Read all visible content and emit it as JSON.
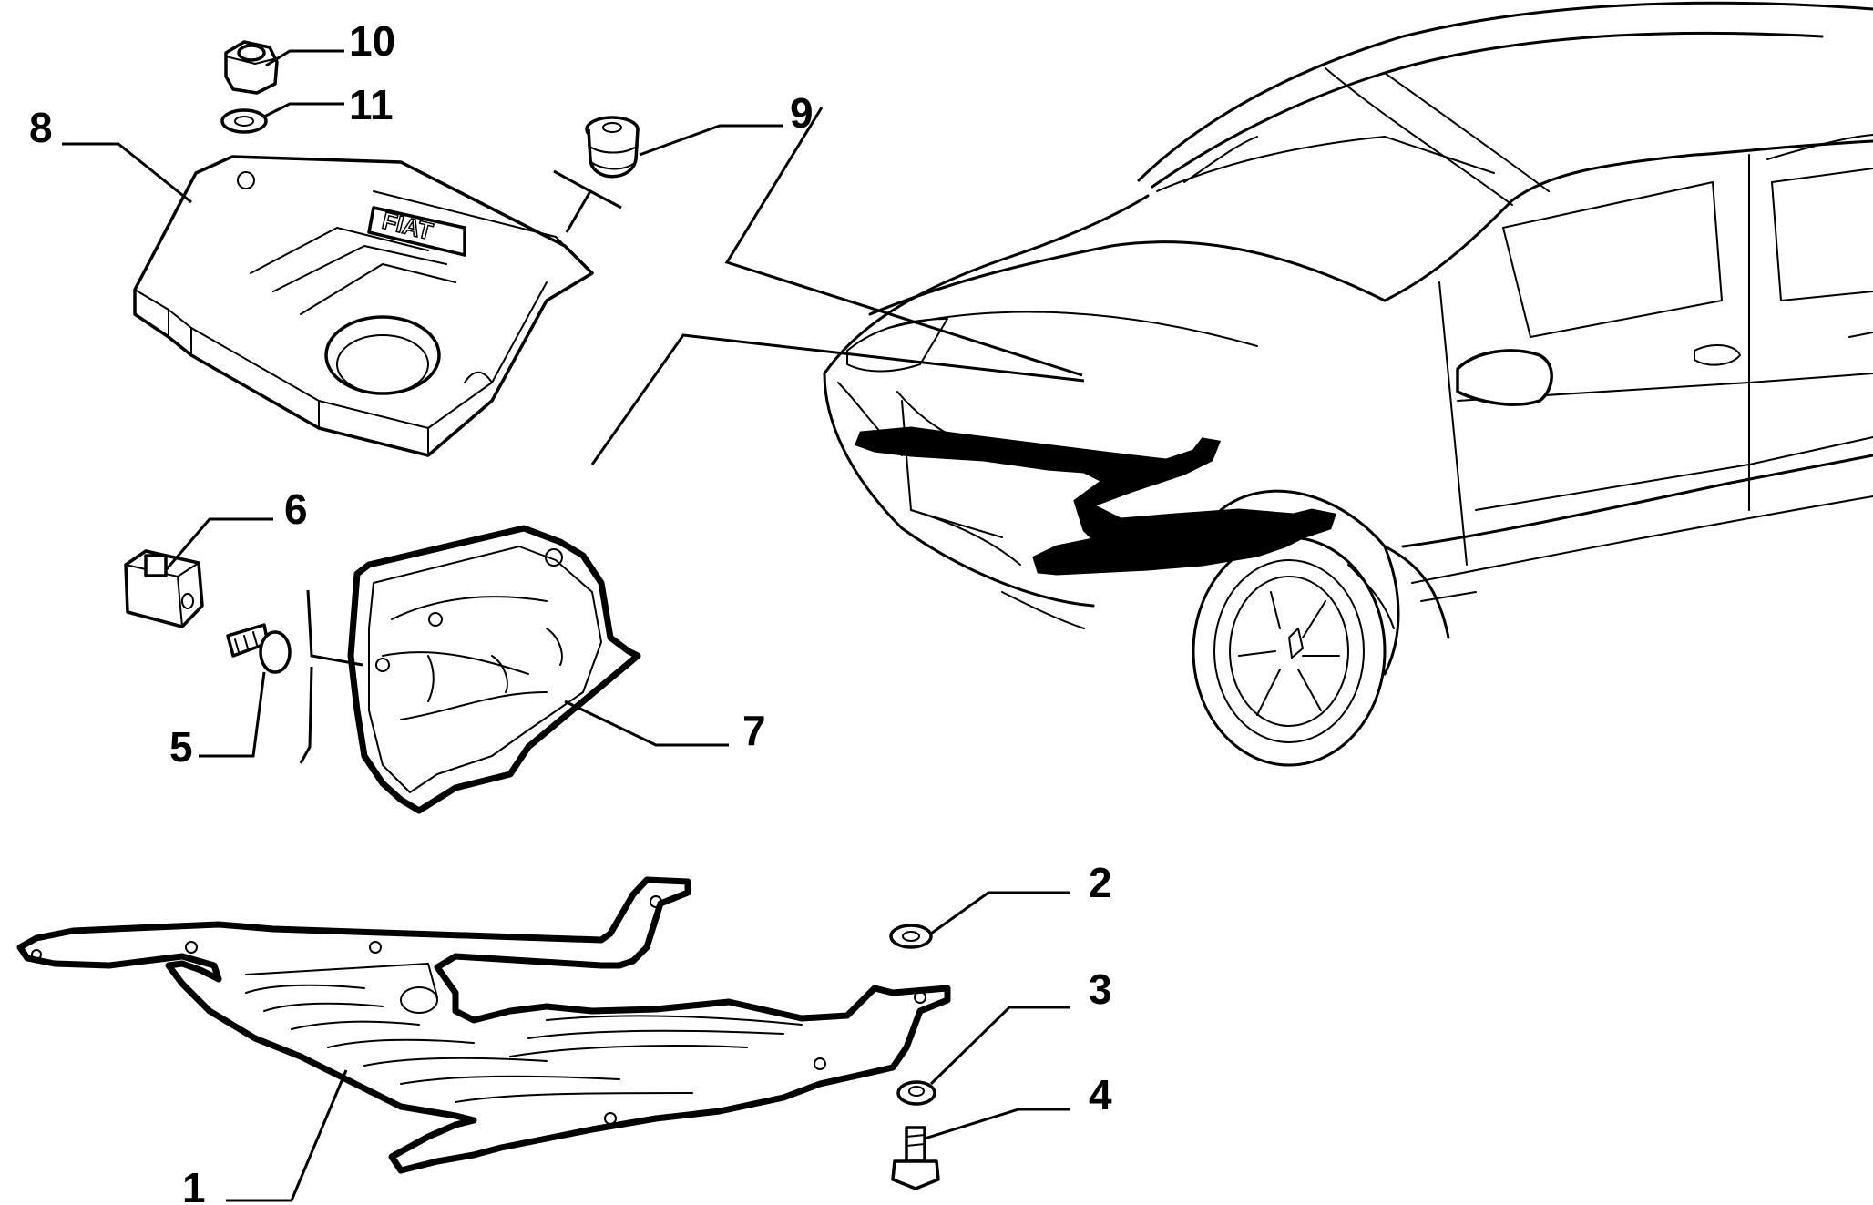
{
  "callouts": {
    "c1": "1",
    "c2": "2",
    "c3": "3",
    "c4": "4",
    "c5": "5",
    "c6": "6",
    "c7": "7",
    "c8": "8",
    "c9": "9",
    "c10": "10",
    "c11": "11"
  },
  "cover_logo": "FIAT"
}
